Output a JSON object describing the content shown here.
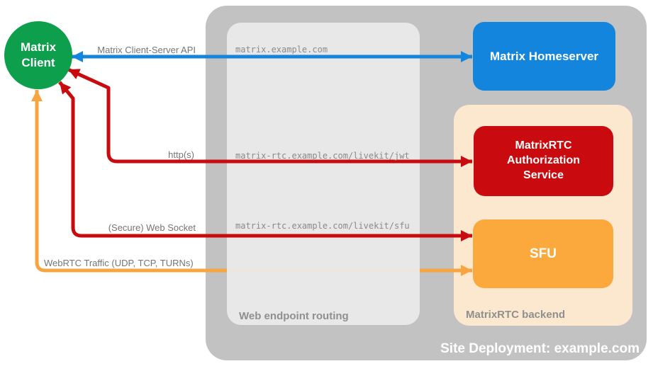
{
  "nodes": {
    "client": {
      "label": "Matrix Client",
      "color": "#0d9f4c"
    },
    "homeserver": {
      "label": "Matrix Homeserver",
      "color": "#1485dc"
    },
    "auth_service": {
      "label": "MatrixRTC Authorization Service",
      "color": "#c90b10"
    },
    "sfu": {
      "label": "SFU",
      "color": "#fba83c"
    }
  },
  "containers": {
    "site_deployment": {
      "label": "Site Deployment: example.com",
      "color": "#c2c2c2"
    },
    "web_endpoint_routing": {
      "label": "Web endpoint routing",
      "color": "#ebebeb"
    },
    "matrixrtc_backend": {
      "label": "MatrixRTC backend",
      "color": "#fce8cf"
    }
  },
  "connections": {
    "client_server_api": {
      "label": "Matrix Client-Server API",
      "route": "matrix.example.com",
      "color": "#1485dc"
    },
    "https": {
      "label": "http(s)",
      "route": "matrix-rtc.example.com/livekit/jwt",
      "color": "#c90b10"
    },
    "websocket": {
      "label": "(Secure) Web Socket",
      "route": "matrix-rtc.example.com/livekit/sfu",
      "color": "#c90b10"
    },
    "webrtc": {
      "label": "WebRTC Traffic (UDP, TCP, TURNs)",
      "color": "#f7a540"
    }
  }
}
